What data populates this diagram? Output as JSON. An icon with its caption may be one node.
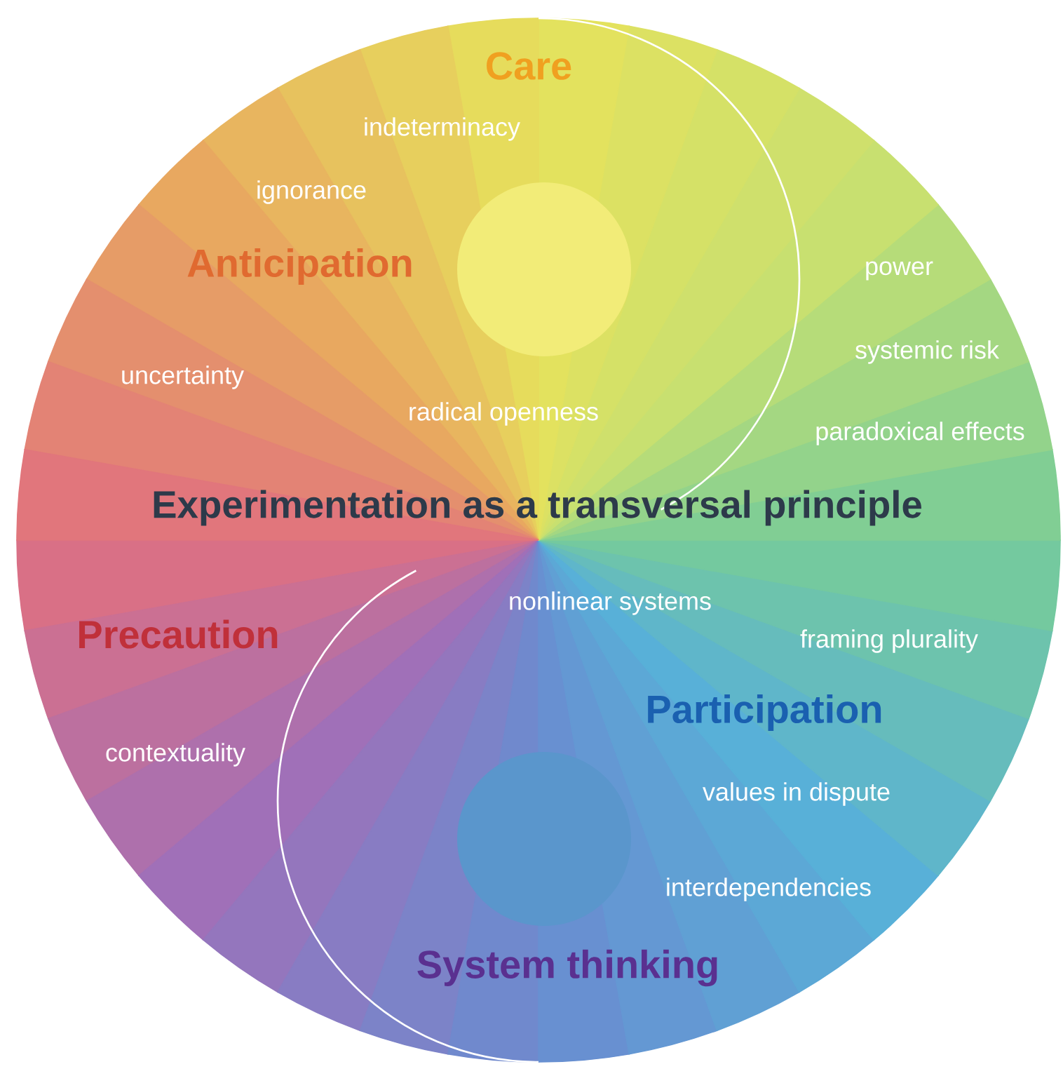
{
  "diagram": {
    "labels": [
      "Care",
      "indeterminacy",
      "ignorance",
      "Anticipation",
      "power",
      "systemic risk",
      "uncertainty",
      "radical openness",
      "paradoxical effects",
      "Experimentation as a transversal principle",
      "nonlinear systems",
      "framing plurality",
      "Precaution",
      "Participation",
      "contextuality",
      "values in dispute",
      "interdependencies",
      "System thinking"
    ]
  }
}
